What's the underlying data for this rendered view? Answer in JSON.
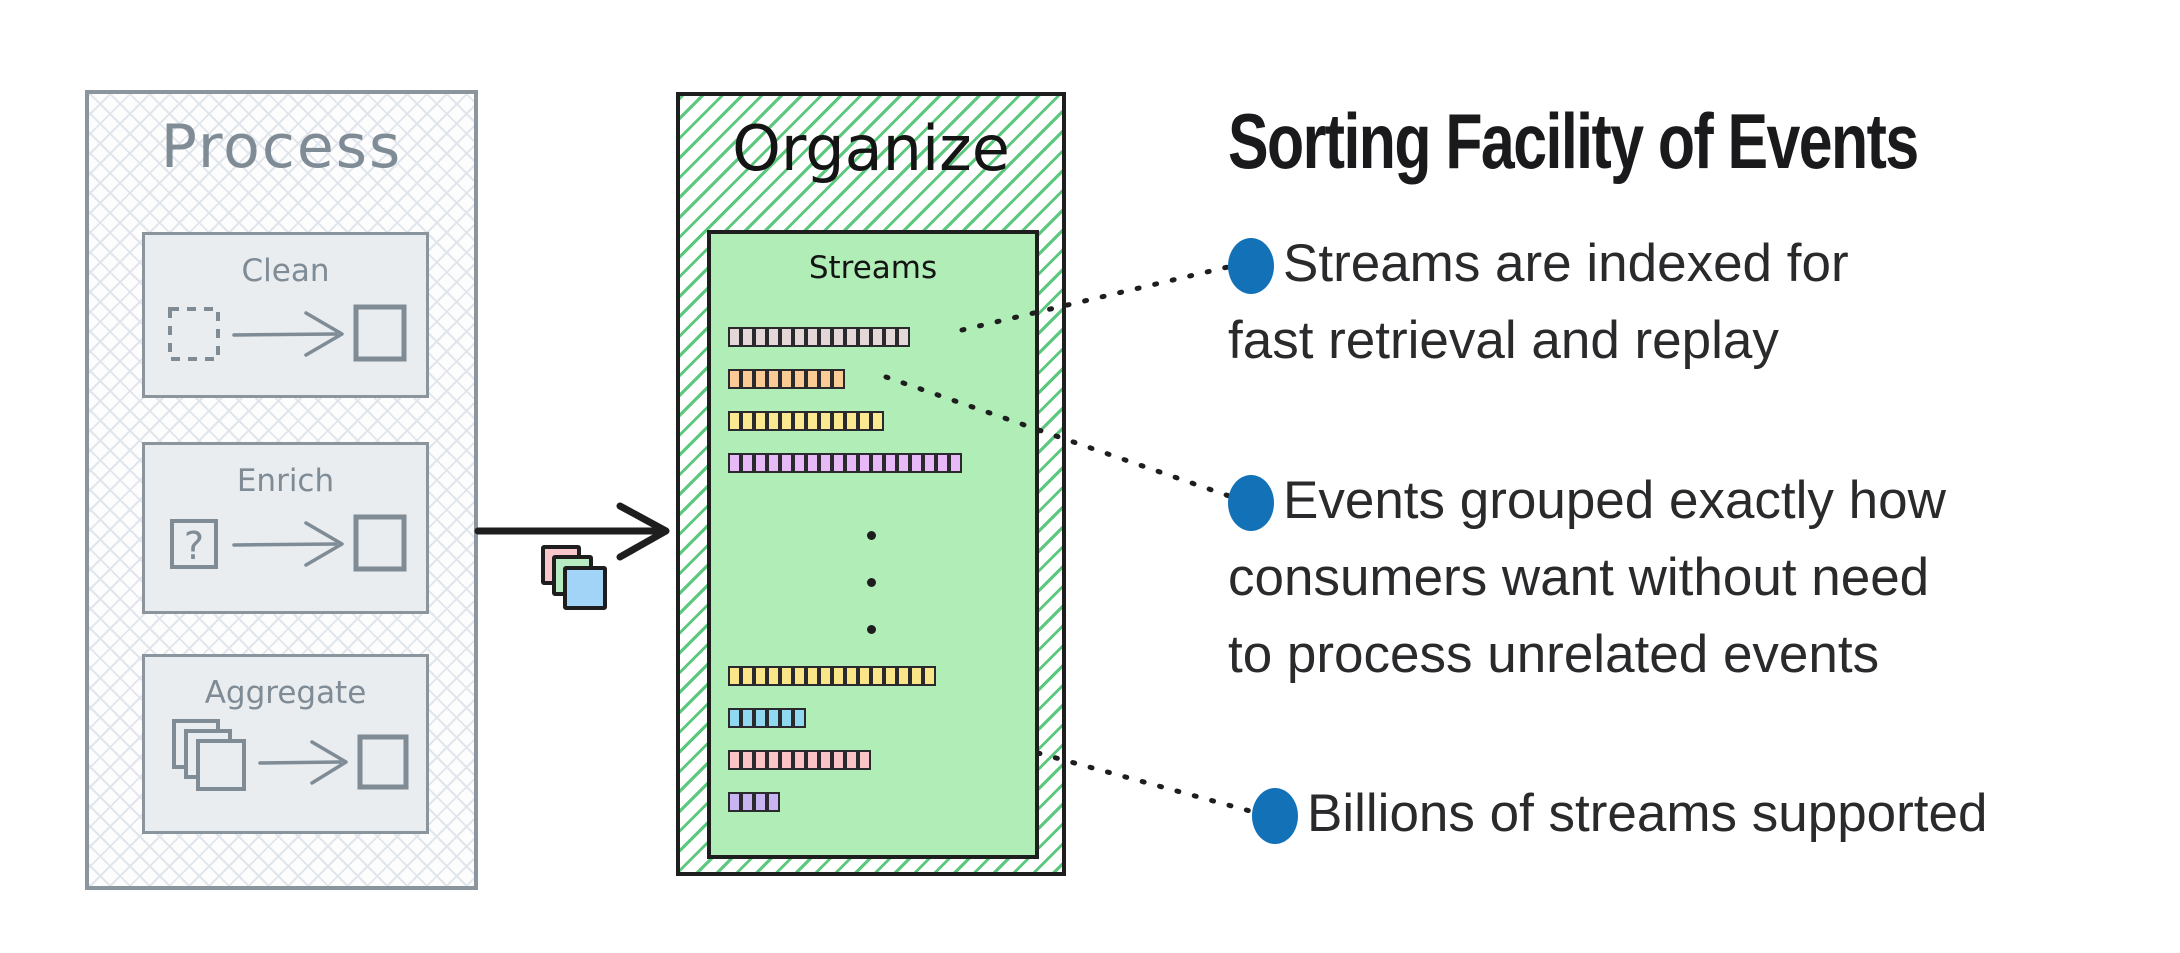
{
  "process_panel": {
    "title": "Process",
    "steps": [
      {
        "label": "Clean",
        "icon": "dashed-box-arrow-box"
      },
      {
        "label": "Enrich",
        "icon": "question-box-arrow-box"
      },
      {
        "label": "Aggregate",
        "icon": "stacked-boxes-arrow-box"
      }
    ]
  },
  "flow": {
    "cards": [
      {
        "name": "event-card-pink",
        "color": "#f9c7cb"
      },
      {
        "name": "event-card-green",
        "color": "#b7ecc3"
      },
      {
        "name": "event-card-blue",
        "color": "#a2d4f8"
      }
    ]
  },
  "organize_panel": {
    "title": "Organize",
    "streams_box": {
      "title": "Streams",
      "bars_top": [
        {
          "segments": 14,
          "color": "#e3d7d7"
        },
        {
          "segments": 9,
          "color": "#fbcb96"
        },
        {
          "segments": 12,
          "color": "#fbe992"
        },
        {
          "segments": 18,
          "color": "#e7baf7"
        }
      ],
      "ellipsis_dot_count": 3,
      "bars_bottom": [
        {
          "segments": 16,
          "color": "#fae588"
        },
        {
          "segments": 6,
          "color": "#8fd8f0"
        },
        {
          "segments": 11,
          "color": "#fac3c6"
        },
        {
          "segments": 4,
          "color": "#c9b4f2"
        }
      ]
    }
  },
  "annotations": {
    "title": "Sorting Facility of Events",
    "bullet_color": "#1372b7",
    "items": [
      {
        "lines": [
          "Streams are indexed for",
          "fast retrieval and replay"
        ]
      },
      {
        "lines": [
          "Events grouped exactly how",
          "consumers want without need",
          "to process unrelated events"
        ]
      },
      {
        "lines": [
          "Billions of streams supported"
        ]
      }
    ]
  }
}
